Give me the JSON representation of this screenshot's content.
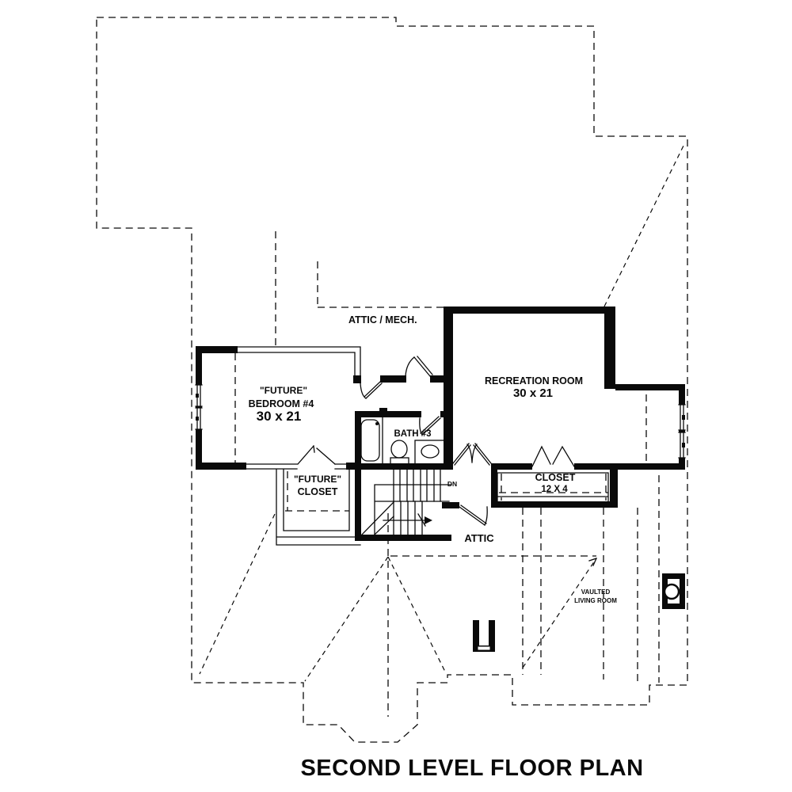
{
  "plan": {
    "title": "SECOND LEVEL FLOOR PLAN",
    "rooms": {
      "attic_mech": {
        "label": "ATTIC / MECH."
      },
      "future_bedroom": {
        "quote_label": "\"FUTURE\"",
        "name": "BEDROOM #4",
        "size": "30 x 21"
      },
      "future_closet": {
        "quote_label": "\"FUTURE\"",
        "name": "CLOSET"
      },
      "bath": {
        "name": "BATH #3"
      },
      "recreation": {
        "name": "RECREATION ROOM",
        "size": "30 x 21"
      },
      "closet": {
        "name": "CLOSET",
        "size": "12 X 4"
      },
      "attic": {
        "name": "ATTIC"
      },
      "vaulted_living": {
        "line1": "VAULTED",
        "line2": "LIVING ROOM"
      }
    },
    "stairs": {
      "direction_label": "DN"
    },
    "colors": {
      "ink": "#0a0a0a",
      "paper": "#ffffff"
    }
  }
}
